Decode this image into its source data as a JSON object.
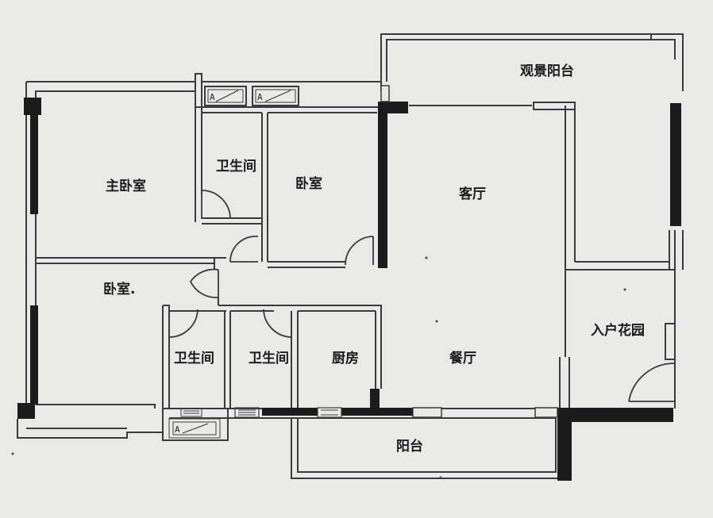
{
  "rooms": {
    "master_bedroom": "主卧室",
    "bathroom_top": "卫生间",
    "bedroom_top": "卧室",
    "living_room": "客厅",
    "view_balcony": "观景阳台",
    "bedroom_left": "卧室.",
    "bathroom_bottom_left": "卫生间",
    "bathroom_bottom_mid": "卫生间",
    "kitchen": "厨房",
    "dining_room": "餐厅",
    "entrance_garden": "入户花园",
    "balcony": "阳台"
  },
  "ac_units": [
    "A",
    "A",
    "A"
  ]
}
